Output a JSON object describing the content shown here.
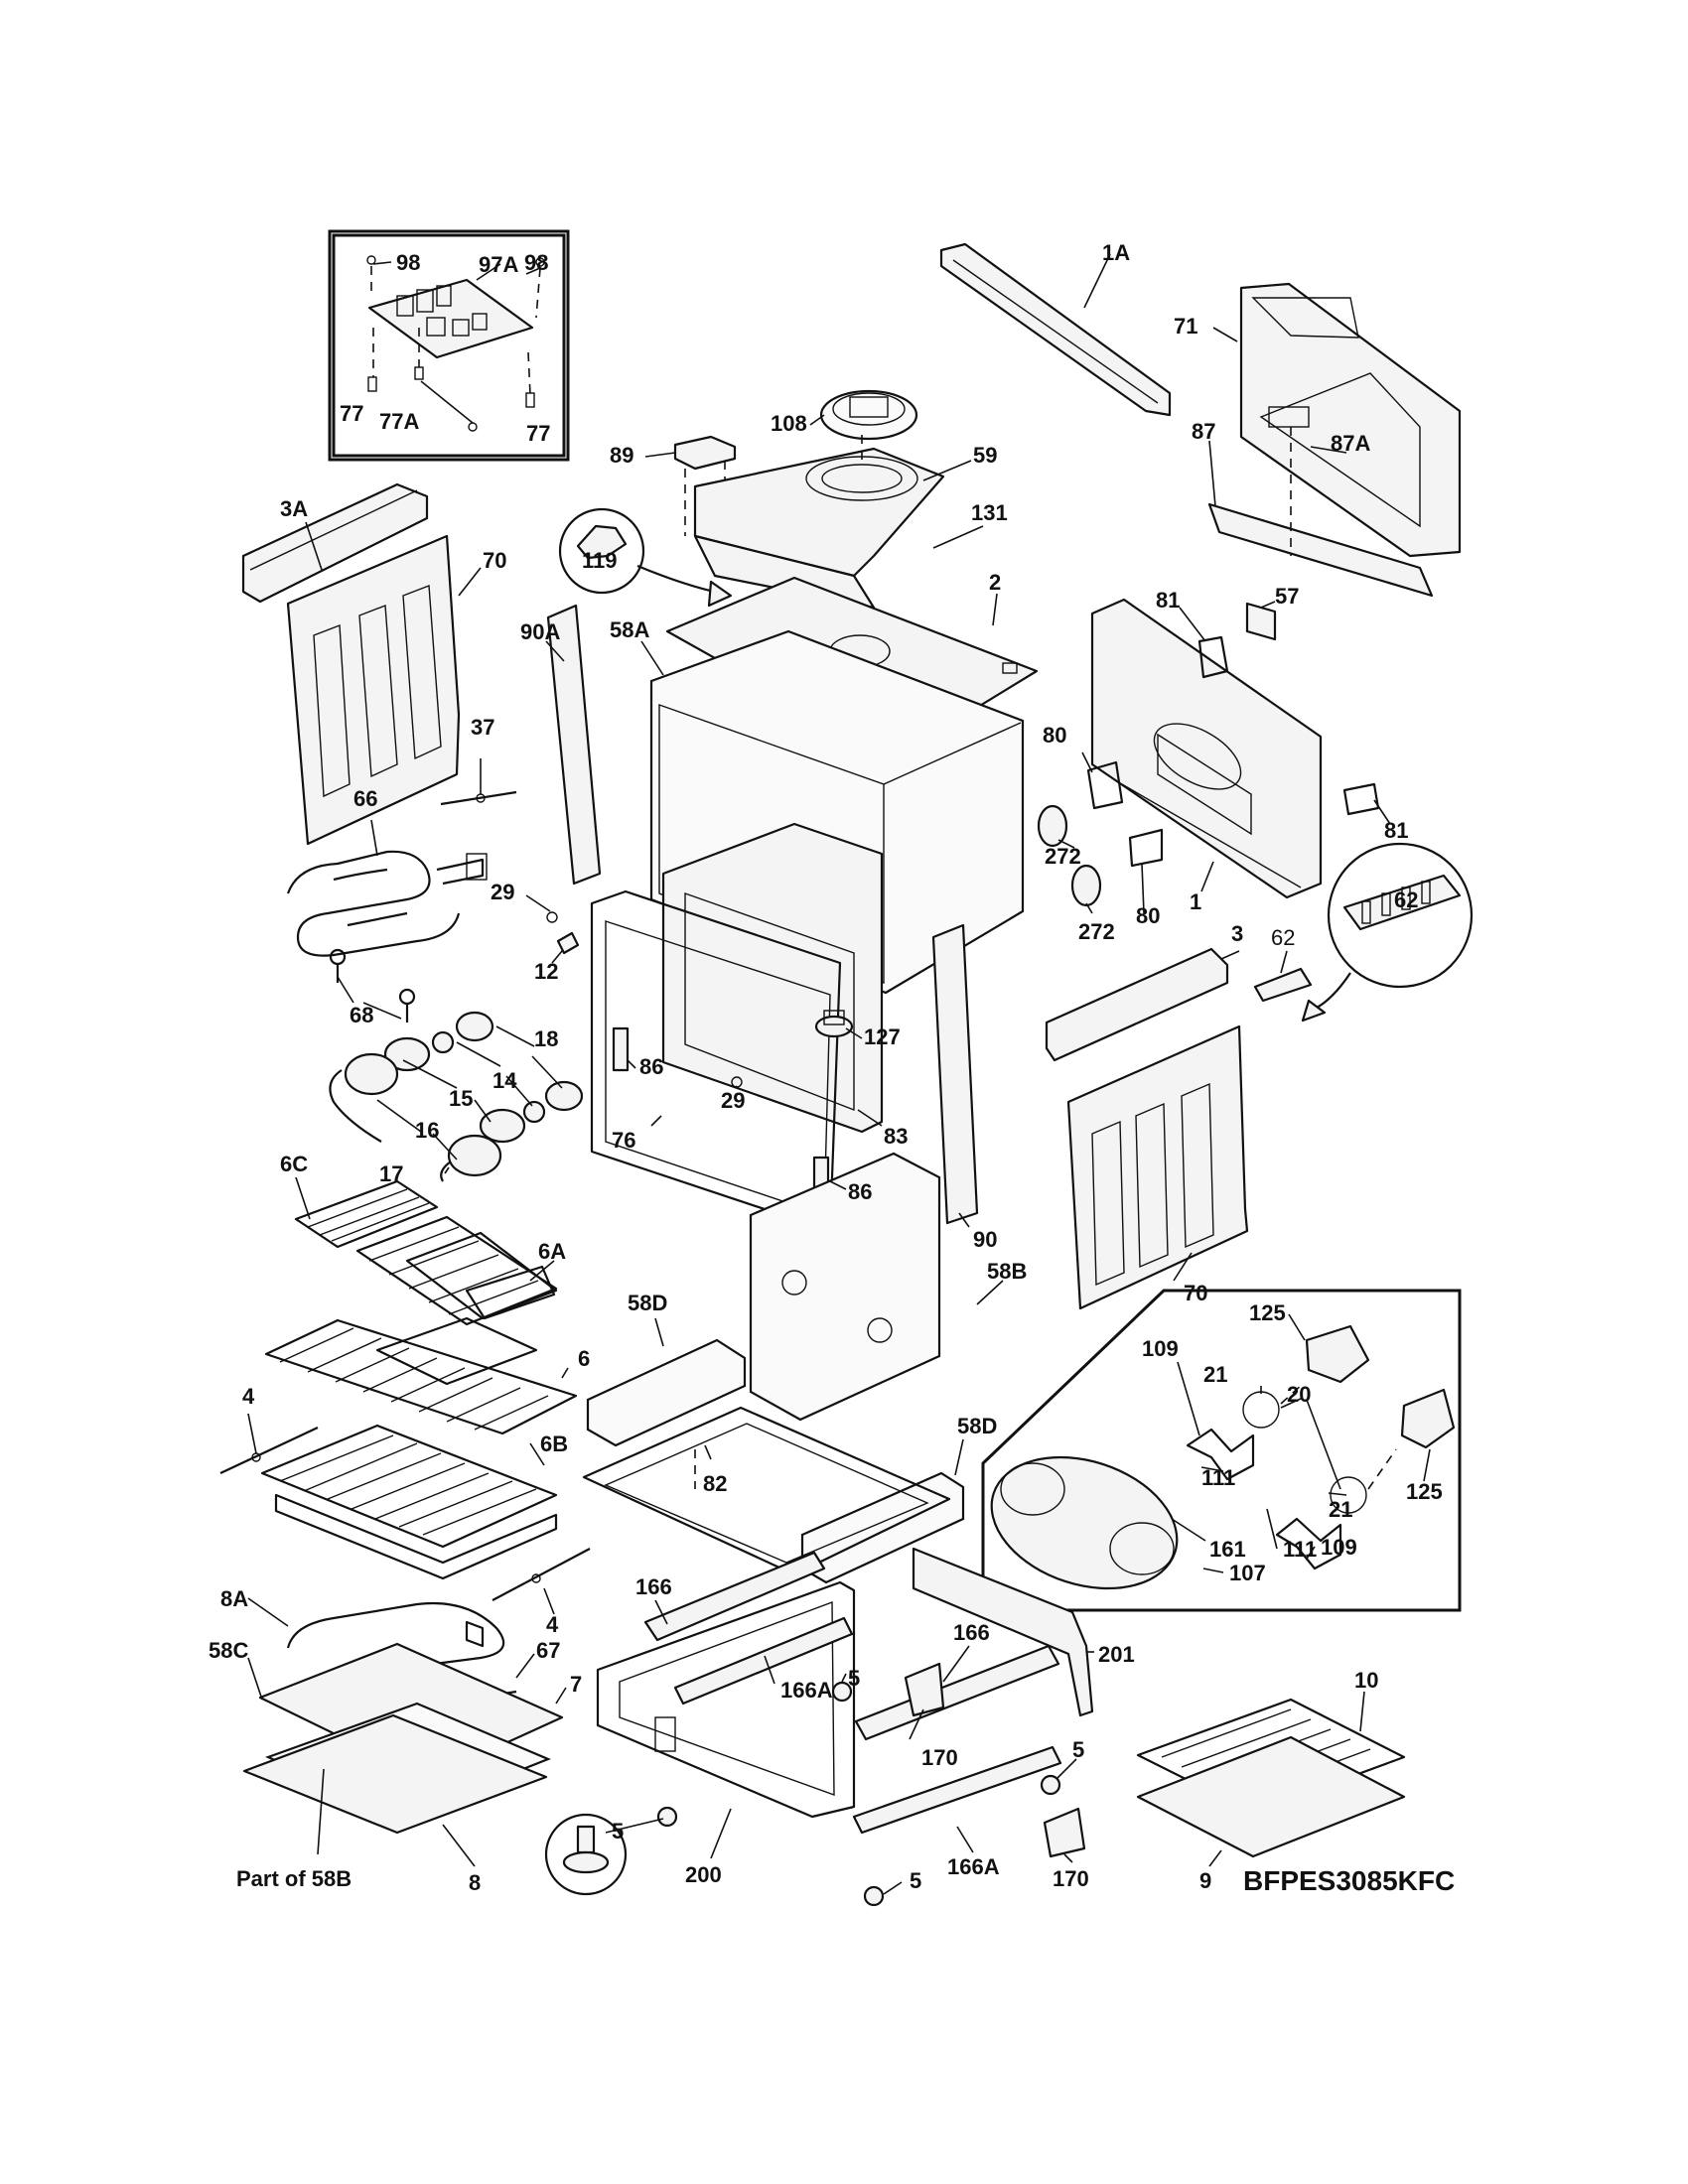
{
  "model_code": "BFPES3085KFC",
  "callouts": [
    {
      "id": "98a",
      "text": "98"
    },
    {
      "id": "97A",
      "text": "97A"
    },
    {
      "id": "98b",
      "text": "98"
    },
    {
      "id": "77a",
      "text": "77"
    },
    {
      "id": "77A",
      "text": "77A"
    },
    {
      "id": "77b",
      "text": "77"
    },
    {
      "id": "1A",
      "text": "1A"
    },
    {
      "id": "71",
      "text": "71"
    },
    {
      "id": "108",
      "text": "108"
    },
    {
      "id": "89",
      "text": "89"
    },
    {
      "id": "59",
      "text": "59"
    },
    {
      "id": "87",
      "text": "87"
    },
    {
      "id": "87A",
      "text": "87A"
    },
    {
      "id": "3A",
      "text": "3A"
    },
    {
      "id": "70a",
      "text": "70"
    },
    {
      "id": "119",
      "text": "119"
    },
    {
      "id": "131",
      "text": "131"
    },
    {
      "id": "2",
      "text": "2"
    },
    {
      "id": "57",
      "text": "57"
    },
    {
      "id": "81a",
      "text": "81"
    },
    {
      "id": "90A",
      "text": "90A"
    },
    {
      "id": "58A",
      "text": "58A"
    },
    {
      "id": "37",
      "text": "37"
    },
    {
      "id": "80a",
      "text": "80"
    },
    {
      "id": "81b",
      "text": "81"
    },
    {
      "id": "66",
      "text": "66"
    },
    {
      "id": "272a",
      "text": "272"
    },
    {
      "id": "29a",
      "text": "29"
    },
    {
      "id": "1",
      "text": "1"
    },
    {
      "id": "80b",
      "text": "80"
    },
    {
      "id": "62a",
      "text": "62"
    },
    {
      "id": "272b",
      "text": "272"
    },
    {
      "id": "12",
      "text": "12"
    },
    {
      "id": "3",
      "text": "3"
    },
    {
      "id": "62b",
      "text": "62"
    },
    {
      "id": "68",
      "text": "68"
    },
    {
      "id": "127",
      "text": "127"
    },
    {
      "id": "18",
      "text": "18"
    },
    {
      "id": "86a",
      "text": "86"
    },
    {
      "id": "14",
      "text": "14"
    },
    {
      "id": "15",
      "text": "15"
    },
    {
      "id": "29b",
      "text": "29"
    },
    {
      "id": "76",
      "text": "76"
    },
    {
      "id": "83",
      "text": "83"
    },
    {
      "id": "16",
      "text": "16"
    },
    {
      "id": "6C",
      "text": "6C"
    },
    {
      "id": "17",
      "text": "17"
    },
    {
      "id": "86b",
      "text": "86"
    },
    {
      "id": "90",
      "text": "90"
    },
    {
      "id": "6A",
      "text": "6A"
    },
    {
      "id": "58B",
      "text": "58B"
    },
    {
      "id": "70b",
      "text": "70"
    },
    {
      "id": "125a",
      "text": "125"
    },
    {
      "id": "58D",
      "text": "58D"
    },
    {
      "id": "109a",
      "text": "109"
    },
    {
      "id": "21a",
      "text": "21"
    },
    {
      "id": "20",
      "text": "20"
    },
    {
      "id": "6",
      "text": "6"
    },
    {
      "id": "4a",
      "text": "4"
    },
    {
      "id": "58Db",
      "text": "58D"
    },
    {
      "id": "6B",
      "text": "6B"
    },
    {
      "id": "82",
      "text": "82"
    },
    {
      "id": "111a",
      "text": "111"
    },
    {
      "id": "21b",
      "text": "21"
    },
    {
      "id": "125b",
      "text": "125"
    },
    {
      "id": "161",
      "text": "161"
    },
    {
      "id": "111b",
      "text": "111"
    },
    {
      "id": "109b",
      "text": "109"
    },
    {
      "id": "107",
      "text": "107"
    },
    {
      "id": "166a",
      "text": "166"
    },
    {
      "id": "4b",
      "text": "4"
    },
    {
      "id": "8A",
      "text": "8A"
    },
    {
      "id": "166b",
      "text": "166"
    },
    {
      "id": "58C",
      "text": "58C"
    },
    {
      "id": "67",
      "text": "67"
    },
    {
      "id": "201",
      "text": "201"
    },
    {
      "id": "10",
      "text": "10"
    },
    {
      "id": "5a",
      "text": "5"
    },
    {
      "id": "7",
      "text": "7"
    },
    {
      "id": "166Aa",
      "text": "166A"
    },
    {
      "id": "170a",
      "text": "170"
    },
    {
      "id": "5b",
      "text": "5"
    },
    {
      "id": "5c",
      "text": "5"
    },
    {
      "id": "200",
      "text": "200"
    },
    {
      "id": "166Ab",
      "text": "166A"
    },
    {
      "id": "5d",
      "text": "5"
    },
    {
      "id": "170b",
      "text": "170"
    },
    {
      "id": "9",
      "text": "9"
    },
    {
      "id": "8",
      "text": "8"
    },
    {
      "id": "partof58B",
      "text": "Part of 58B"
    }
  ]
}
